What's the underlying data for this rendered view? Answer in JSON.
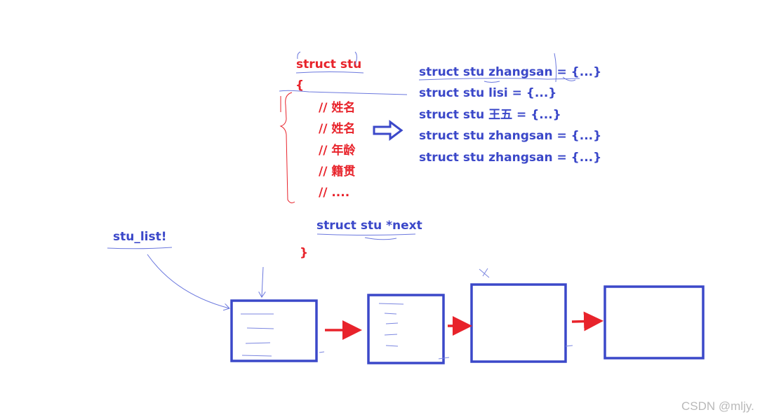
{
  "struct_def": {
    "header": "struct stu",
    "open_brace": "{",
    "fields": [
      "// 姓名",
      "// 姓名",
      "// 年龄",
      "// 籍贯",
      "// ...."
    ],
    "next_field": "struct stu *next",
    "close_brace": "}"
  },
  "instances": [
    "struct stu zhangsan = {...}",
    "struct stu lisi = {...}",
    "struct stu 王五 = {...}",
    "struct stu zhangsan = {...}",
    "struct stu zhangsan = {...}"
  ],
  "list_head_label": "stu_list!",
  "watermark": "CSDN @mljy.",
  "colors": {
    "red": "#e8232b",
    "blue": "#3b48c9",
    "pen": "#6b78de"
  },
  "icons": {
    "transform_arrow": "hollow-right-arrow-icon",
    "link_arrow": "red-right-arrow-icon"
  }
}
